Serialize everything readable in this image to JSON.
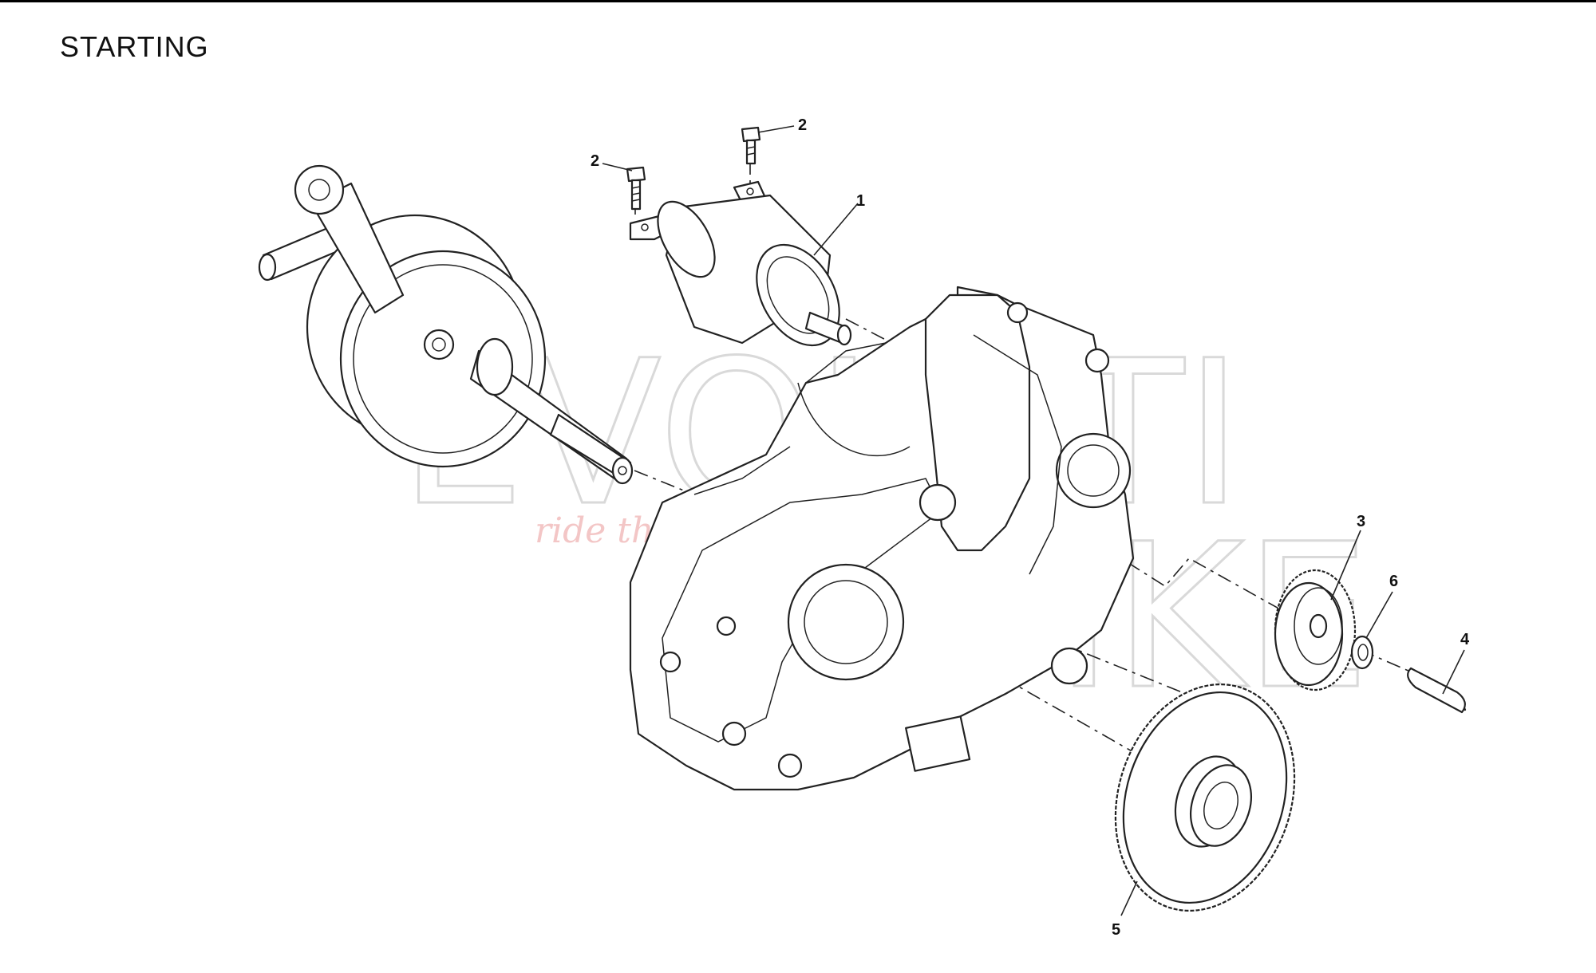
{
  "page": {
    "title": "STARTING"
  },
  "watermark": {
    "brand": "EVOLUTION BIKE",
    "word_top": "EVOLUTI",
    "word_bottom": "BIKE",
    "tagline": "ride the power"
  },
  "callouts": {
    "c1": "1",
    "c2a": "2",
    "c2b": "2",
    "c3": "3",
    "c4": "4",
    "c5": "5",
    "c6": "6"
  },
  "parts": [
    {
      "ref": "1",
      "component": "starter-motor"
    },
    {
      "ref": "2",
      "component": "bolt"
    },
    {
      "ref": "3",
      "component": "intermediate-gear"
    },
    {
      "ref": "4",
      "component": "shaft-pin"
    },
    {
      "ref": "5",
      "component": "starter-driven-gear"
    },
    {
      "ref": "6",
      "component": "washer"
    }
  ],
  "colors": {
    "line": "#222222",
    "watermark_gray": "#d9d9d9",
    "watermark_red": "#f3c6c6",
    "background": "#ffffff"
  }
}
